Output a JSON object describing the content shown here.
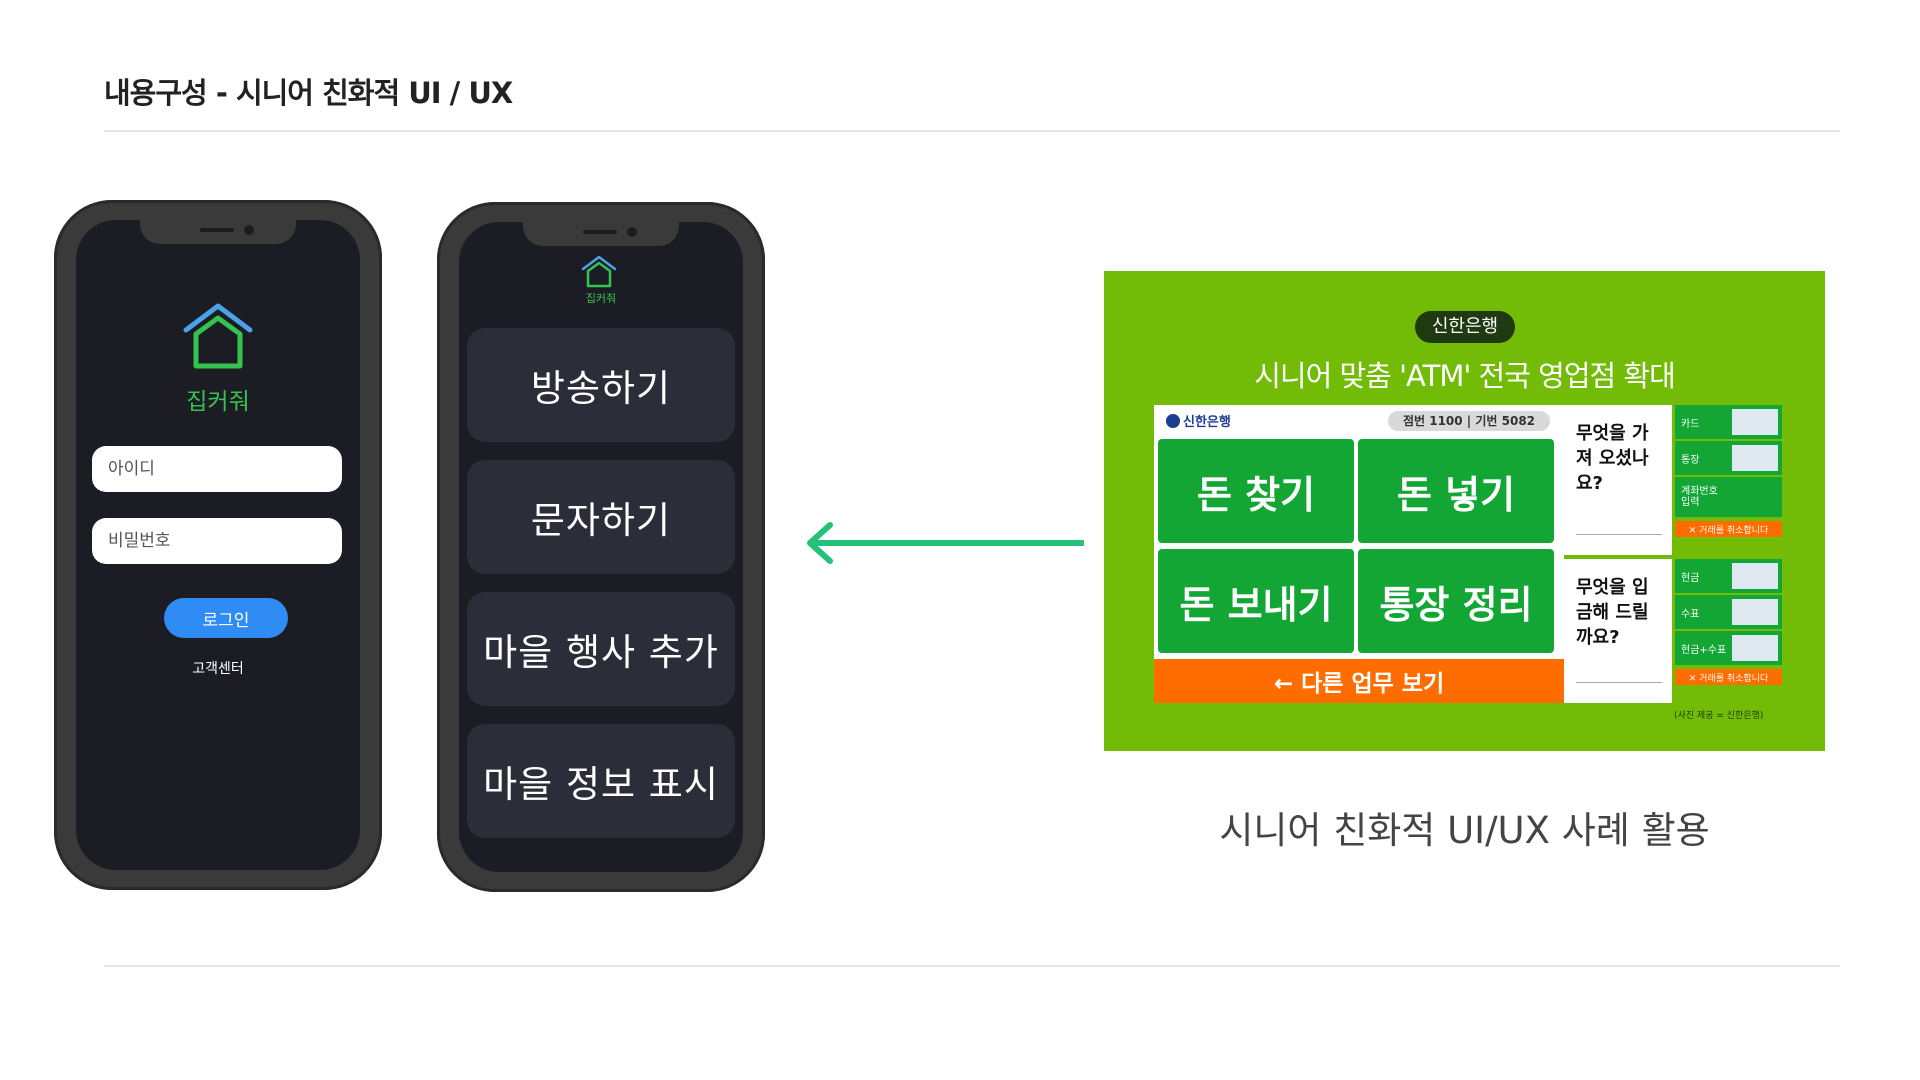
{
  "slide": {
    "title": "내용구성 - 시니어 친화적 UI / UX",
    "caption": "시니어 친화적 UI/UX 사례 활용"
  },
  "login_screen": {
    "app_name": "집커줘",
    "id_placeholder": "아이디",
    "password_placeholder": "비밀번호",
    "login_label": "로그인",
    "support_label": "고객센터"
  },
  "menu_screen": {
    "app_name": "집커줘",
    "items": [
      {
        "label": "방송하기"
      },
      {
        "label": "문자하기"
      },
      {
        "label": "마을 행사 추가"
      },
      {
        "label": "마을 정보 표시"
      }
    ]
  },
  "atm_card": {
    "badge": "신한은행",
    "headline": "시니어 맞춤 'ATM' 전국 영업점 확대",
    "screen": {
      "bank_logo": "신한은행",
      "ticket": "점번 1100 | 기번 5082",
      "buttons": [
        "돈 찾기",
        "돈 넣기",
        "돈 보내기",
        "통장 정리"
      ],
      "more_label": "← 다른 업무 보기"
    },
    "panel1": {
      "question": "무엇을 가져 오셨나요?",
      "options": [
        "카드",
        "통장",
        "계좌번호 입력"
      ],
      "cancel": "✕ 거래를 취소합니다"
    },
    "panel2": {
      "question": "무엇을 입금해 드릴까요?",
      "options": [
        "현금",
        "수표",
        "현금+수표"
      ],
      "cancel": "✕ 거래를 취소합니다"
    },
    "credit": "(사진 제공 = 신한은행)"
  },
  "colors": {
    "atm_green": "#72bc08",
    "button_green": "#13a635",
    "accent_orange": "#ff6d00",
    "arrow_green": "#25c17a",
    "app_green": "#35c24f",
    "login_blue": "#2f8cf5"
  }
}
